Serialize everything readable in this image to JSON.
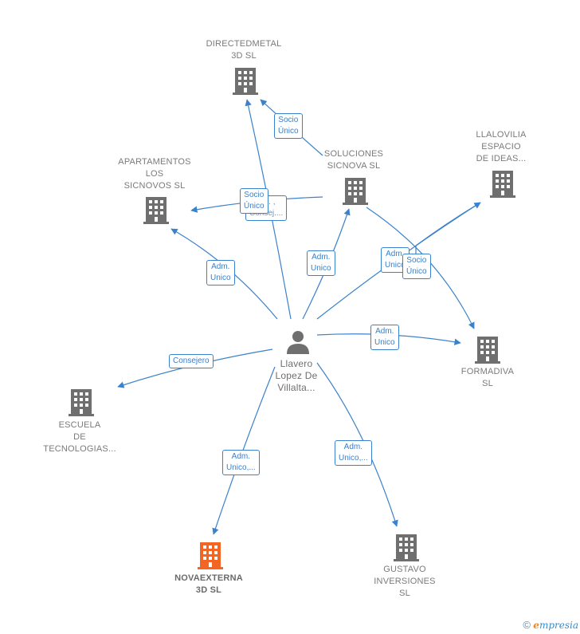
{
  "colors": {
    "edge": "#3b82cc",
    "building": "#6f6f6f",
    "building_main": "#f26522",
    "person": "#6f6f6f"
  },
  "center": {
    "label_lines": [
      "Llavero",
      "Lopez De",
      "Villalta..."
    ]
  },
  "nodes": {
    "directedmetal": {
      "lines": [
        "DIRECTEDMETAL",
        "3D  SL"
      ]
    },
    "soluciones": {
      "lines": [
        "SOLUCIONES",
        "SICNOVA SL"
      ]
    },
    "llalovilia": {
      "lines": [
        "LLALOVILIA",
        "ESPACIO",
        "DE IDEAS..."
      ]
    },
    "apartamentos": {
      "lines": [
        "APARTAMENTOS",
        "LOS",
        "SICNOVOS  SL"
      ]
    },
    "formadiva": {
      "lines": [
        "FORMADIVA",
        "SL"
      ]
    },
    "escuela": {
      "lines": [
        "ESCUELA",
        "DE",
        "TECNOLOGIAS..."
      ]
    },
    "novaexterna": {
      "lines": [
        "NOVAEXTERNA",
        "3D  SL"
      ]
    },
    "gustavo": {
      "lines": [
        "GUSTAVO",
        "INVERSIONES",
        "SL"
      ]
    }
  },
  "edges": {
    "socio_directed": [
      "Socio",
      "Único"
    ],
    "socio_apart": [
      "Socio",
      "Único"
    ],
    "hidden_apart": [
      "Adj. ,",
      "Consej...."
    ],
    "adm_apart": [
      "Adm.",
      "Unico"
    ],
    "adm_soluciones": [
      "Adm.",
      "Unico"
    ],
    "adm_llalo": [
      "Adm.",
      "Unico"
    ],
    "socio_formadiva": [
      "Socio",
      "Único"
    ],
    "adm_formadiva": [
      "Adm.",
      "Unico"
    ],
    "consejero": [
      "Consejero"
    ],
    "adm_nova": [
      "Adm.",
      "Unico,..."
    ],
    "adm_gustavo": [
      "Adm.",
      "Unico,..."
    ]
  },
  "watermark": {
    "copyright": "©",
    "brand_e": "e",
    "brand_rest": "mpresia"
  }
}
